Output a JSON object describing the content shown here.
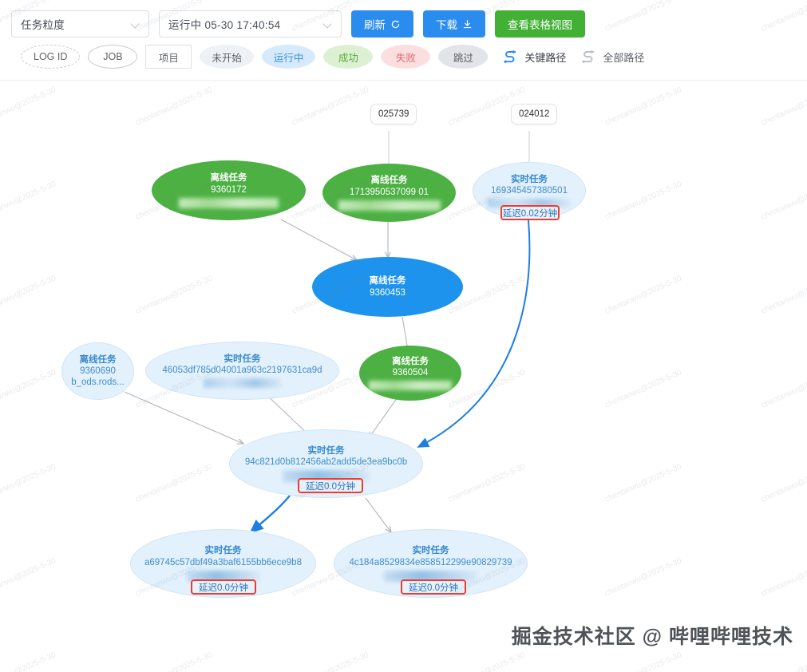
{
  "toolbar": {
    "granularity_select": {
      "value": "任务粒度",
      "icon": "chevron-down-icon"
    },
    "runstate_select": {
      "value": "运行中  05-30 17:40:54",
      "icon": "chevron-down-icon"
    },
    "refresh_button": {
      "label": "刷新",
      "icon": "refresh-icon"
    },
    "download_button": {
      "label": "下载",
      "icon": "download-icon"
    },
    "table_view_button": {
      "label": "查看表格视图"
    }
  },
  "filters": [
    {
      "key": "log-id",
      "label": "LOG ID",
      "style": "dashed-ellipse"
    },
    {
      "key": "job",
      "label": "JOB",
      "style": "solid-ellipse"
    },
    {
      "key": "project",
      "label": "项目",
      "style": "rect"
    },
    {
      "key": "not-start",
      "label": "未开始",
      "style": "gray"
    },
    {
      "key": "running",
      "label": "运行中",
      "style": "blue"
    },
    {
      "key": "success",
      "label": "成功",
      "style": "green"
    },
    {
      "key": "fail",
      "label": "失败",
      "style": "red"
    },
    {
      "key": "skip",
      "label": "跳过",
      "style": "skip"
    }
  ],
  "legend": [
    {
      "key": "critical-path",
      "label": "关键路径",
      "color": "#2b8cf0"
    },
    {
      "key": "all-path",
      "label": "全部路径",
      "color": "#b9bec7"
    }
  ],
  "colors": {
    "accent_blue": "#2b8cf0",
    "accent_green": "#42b035",
    "node_green": "#4cb043",
    "node_blue": "#1d93ed",
    "node_light": "#e3f1fc",
    "delay_border": "#f03b30",
    "edge_gray": "#b9bec7",
    "edge_blue": "#1d7fe0"
  },
  "badges": [
    {
      "key": "badge-025739",
      "label": "025739"
    },
    {
      "key": "badge-024012",
      "label": "024012"
    }
  ],
  "nodes": [
    {
      "key": "offline-9360172",
      "type": "离线任务",
      "id": "9360172",
      "status": "green",
      "detail": ""
    },
    {
      "key": "offline-1713950537099",
      "type": "离线任务",
      "id": "1713950537099 01",
      "status": "green",
      "detail": ""
    },
    {
      "key": "rt-169345457380501",
      "type": "实时任务",
      "id": "169345457380501",
      "status": "light",
      "detail": "",
      "delay": "延迟0.02分钟"
    },
    {
      "key": "offline-9360453",
      "type": "离线任务",
      "id": "9360453",
      "status": "blue",
      "detail": ""
    },
    {
      "key": "offline-9360690",
      "type": "离线任务",
      "id": "9360690",
      "status": "light",
      "detail": "b_ods.rods..."
    },
    {
      "key": "rt-46053df785",
      "type": "实时任务",
      "id": "46053df785d04001a963c2197631ca9d",
      "status": "light",
      "detail": ""
    },
    {
      "key": "offline-9360504",
      "type": "离线任务",
      "id": "9360504",
      "status": "green",
      "detail": ""
    },
    {
      "key": "rt-94c821d0b",
      "type": "实时任务",
      "id": "94c821d0b812456ab2add5de3ea9bc0b",
      "status": "light",
      "detail": "",
      "delay": "延迟0.0分钟"
    },
    {
      "key": "rt-a69745c57",
      "type": "实时任务",
      "id": "a69745c57dbf49a3baf6155bb6ece9b8",
      "status": "light",
      "detail": "",
      "delay": "延迟0.0分钟"
    },
    {
      "key": "rt-4c184a852",
      "type": "实时任务",
      "id": "4c184a8529834e858512299e90829739",
      "status": "light",
      "detail": "",
      "delay": "延迟0.0分钟"
    }
  ],
  "watermark": {
    "tile_text": "chentanwu@2025-5-30",
    "bottom_text": "掘金技术社区 @ 哔哩哔哩技术"
  }
}
